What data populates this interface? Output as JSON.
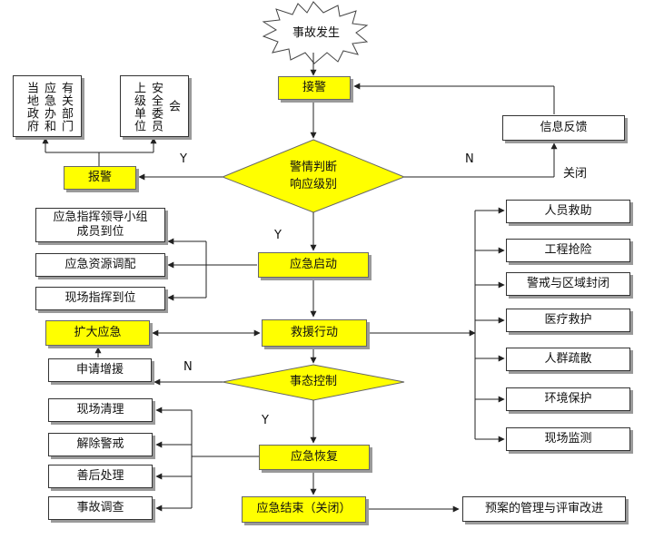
{
  "start": "事故发生",
  "receive": "接警",
  "judge": {
    "line1": "警情判断",
    "line2": "响应级别"
  },
  "report": "报警",
  "notify_left": {
    "col1": "有关部门",
    "col2": "应急办和",
    "col3": "当地政府"
  },
  "notify_right": {
    "col1": "会",
    "col2": "安全委员",
    "col3": "上级单位"
  },
  "feedback": "信息反馈",
  "close_label": "关闭",
  "yes_label": "Y",
  "no_label": "N",
  "startup": "应急启动",
  "leader": {
    "line1": "应急指挥领导小组",
    "line2": "成员到位"
  },
  "dispatch": "应急资源调配",
  "onsite": "现场指挥到位",
  "rescue": "救援行动",
  "expand": "扩大应急",
  "request": "申请增援",
  "control": "事态控制",
  "actions": [
    "人员救助",
    "工程抢险",
    "警戒与区域封闭",
    "医疗救护",
    "人群疏散",
    "环境保护",
    "现场监测"
  ],
  "recovery": "应急恢复",
  "cleanup": [
    "现场清理",
    "解除警戒",
    "善后处理",
    "事故调查"
  ],
  "end": "应急结束（关闭）",
  "improve": "预案的管理与评审改进"
}
